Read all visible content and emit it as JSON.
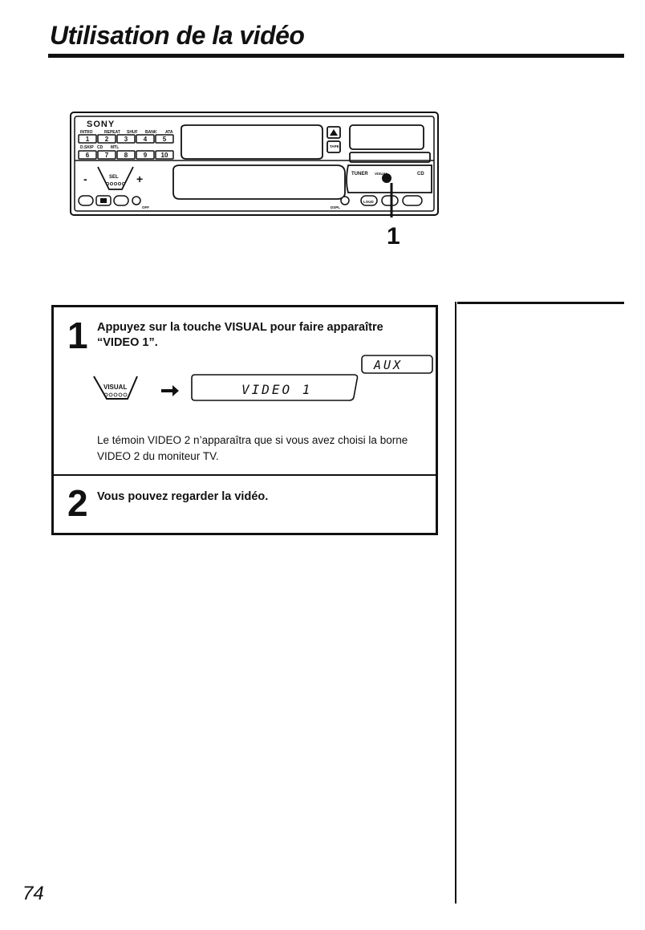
{
  "header": {
    "title": "Utilisation de la vidéo"
  },
  "figure": {
    "brand": "SONY",
    "top_labels": [
      "INTRO",
      "REPEAT",
      "SHUF",
      "BANK",
      "ATA"
    ],
    "preset_row1": [
      "1",
      "2",
      "3",
      "4",
      "5"
    ],
    "mid_labels": [
      "D.SKIP",
      "CD",
      "MTL"
    ],
    "preset_row2": [
      "6",
      "7",
      "8",
      "9",
      "10"
    ],
    "sel_label": "SEL",
    "minus": "-",
    "plus": "+",
    "tape_label": "TAPE",
    "tuner_label": "TUNER",
    "visual_label": "VISUAL",
    "cd_label": "CD",
    "off_label": "OFF",
    "dspl_label": "DSPL",
    "loud_label": "LOUD",
    "callout": "1"
  },
  "steps": [
    {
      "number": "1",
      "text": "Appuyez sur la touche VISUAL pour faire apparaître “VIDEO 1”.",
      "button_label": "VISUAL",
      "display_text": "VIDEO 1",
      "aux_text": "AUX",
      "note": "Le témoin VIDEO 2 n’apparaîtra que si vous avez choisi la borne VIDEO 2 du moniteur TV."
    },
    {
      "number": "2",
      "text": "Vous pouvez regarder la vidéo."
    }
  ],
  "footer": {
    "page_number": "74"
  }
}
